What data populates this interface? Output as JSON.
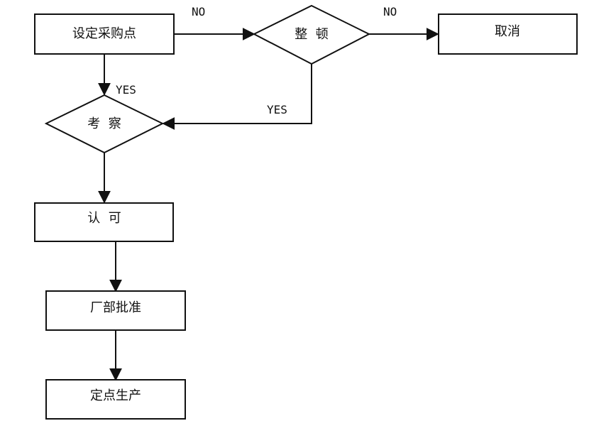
{
  "nodes": {
    "set_purchase_point": {
      "label": "设定采购点"
    },
    "rectify": {
      "label": "整  顿"
    },
    "cancel": {
      "label": "取消"
    },
    "inspect": {
      "label": "考  察"
    },
    "approve": {
      "label": "认  可"
    },
    "factory_approval": {
      "label": "厂部批准"
    },
    "designated_production": {
      "label": "定点生产"
    }
  },
  "edges": {
    "set_to_rectify": {
      "label": "NO"
    },
    "rectify_to_cancel": {
      "label": "NO"
    },
    "set_to_inspect": {
      "label": "YES"
    },
    "rectify_to_inspect": {
      "label": "YES"
    }
  }
}
